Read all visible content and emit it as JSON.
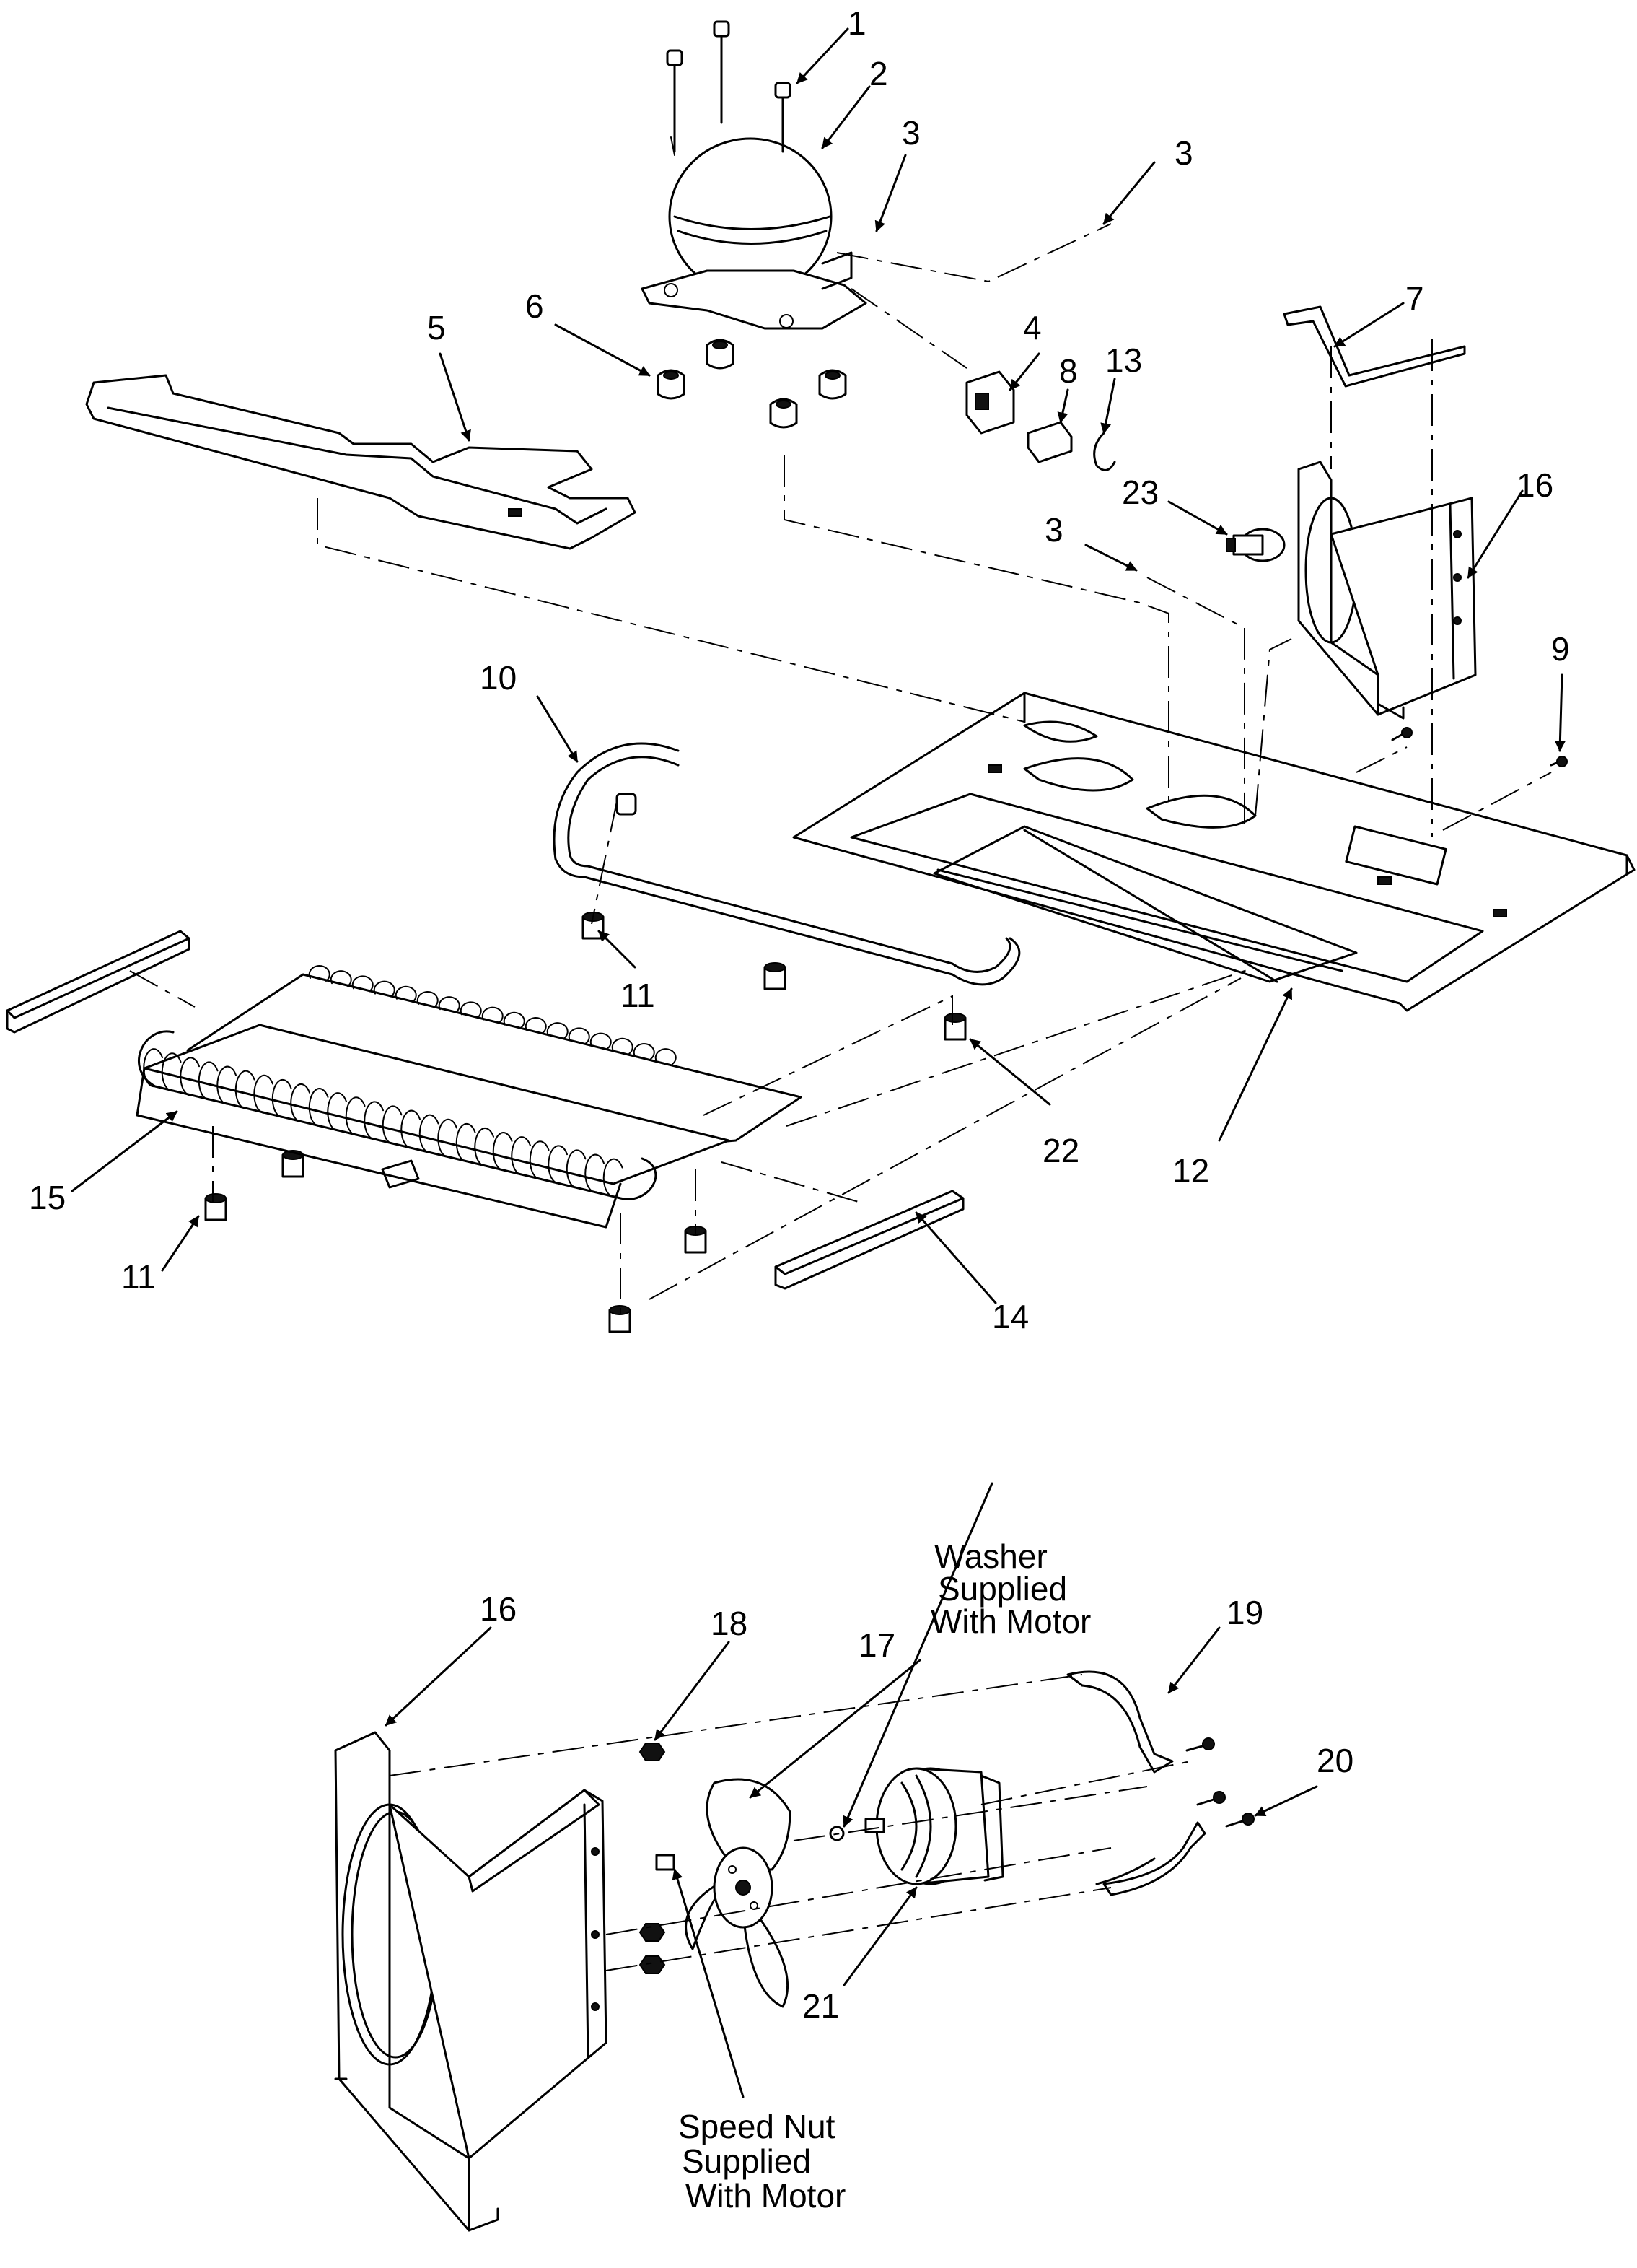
{
  "callouts": {
    "c1": "1",
    "c2": "2",
    "c3a": "3",
    "c3b": "3",
    "c3c": "3",
    "c4": "4",
    "c5": "5",
    "c6": "6",
    "c7": "7",
    "c8": "8",
    "c9": "9",
    "c10": "10",
    "c11a": "11",
    "c11b": "11",
    "c12": "12",
    "c13": "13",
    "c14": "14",
    "c15": "15",
    "c16a": "16",
    "c16b": "16",
    "c17": "17",
    "c18": "18",
    "c19": "19",
    "c20": "20",
    "c21": "21",
    "c22": "22",
    "c23": "23"
  },
  "notes": {
    "washer": [
      "Washer",
      "Supplied",
      "With Motor"
    ],
    "speed_nut": [
      "Speed Nut",
      "Supplied",
      "With Motor"
    ]
  }
}
